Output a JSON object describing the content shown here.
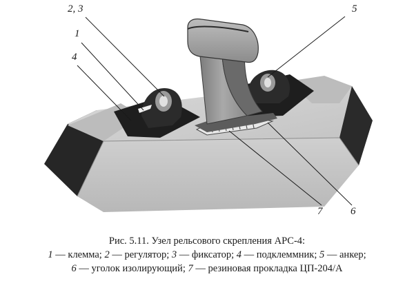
{
  "callouts": {
    "c23": "2, 3",
    "c1": "1",
    "c4": "4",
    "c5": "5",
    "c7": "7",
    "c6": "6"
  },
  "caption": {
    "title": "Рис. 5.11. Узел рельсового скрепления АРС-4:",
    "legend": [
      {
        "num": "1",
        "text": " — клемма; "
      },
      {
        "num": "2",
        "text": " — регулятор; "
      },
      {
        "num": "3",
        "text": " — фиксатор; "
      },
      {
        "num": "4",
        "text": " — подклеммник; "
      },
      {
        "num": "5",
        "text": " — анкер;"
      },
      {
        "num": "6",
        "text": " — уголок изолирующий; "
      },
      {
        "num": "7",
        "text": " — резиновая прокладка ЦП-204/А"
      }
    ]
  }
}
